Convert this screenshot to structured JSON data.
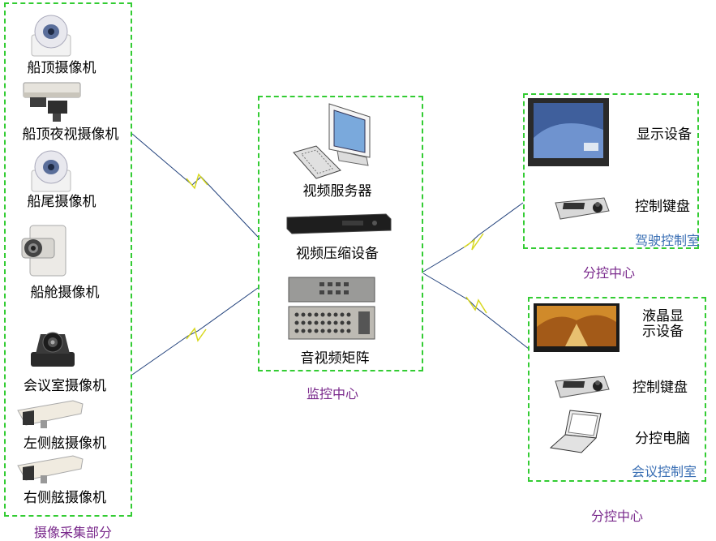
{
  "camera_group": {
    "caption": "摄像采集部分",
    "items": [
      {
        "label": "船顶摄像机",
        "icon": "dome-camera-icon"
      },
      {
        "label": "船顶夜视摄像机",
        "icon": "night-vision-camera-icon"
      },
      {
        "label": "船尾摄像机",
        "icon": "dome-camera-icon"
      },
      {
        "label": "船舱摄像机",
        "icon": "box-camera-icon"
      },
      {
        "label": "会议室摄像机",
        "icon": "ptz-camera-icon"
      },
      {
        "label": "左侧舷摄像机",
        "icon": "bullet-camera-icon"
      },
      {
        "label": "右侧舷摄像机",
        "icon": "bullet-camera-icon"
      }
    ]
  },
  "monitor_center": {
    "caption": "监控中心",
    "items": [
      {
        "label": "视频服务器",
        "icon": "computer-icon"
      },
      {
        "label": "视频压缩设备",
        "icon": "dvr-icon"
      },
      {
        "label": "音视频矩阵",
        "icon": "matrix-icon"
      }
    ]
  },
  "bridge_room": {
    "room_label": "驾驶控制室",
    "caption": "分控中心",
    "items": [
      {
        "label": "显示设备",
        "icon": "monitor-icon"
      },
      {
        "label": "控制键盘",
        "icon": "control-keyboard-icon"
      }
    ]
  },
  "meeting_room": {
    "room_label": "会议控制室",
    "caption": "分控中心",
    "items": [
      {
        "label": "液晶显\n示设备",
        "icon": "lcd-display-icon"
      },
      {
        "label": "控制键盘",
        "icon": "control-keyboard-icon"
      },
      {
        "label": "分控电脑",
        "icon": "laptop-icon"
      }
    ]
  },
  "colors": {
    "border": "#33cc33",
    "caption": "#7a2a8c",
    "room_label": "#3a6fb4",
    "link": "#1f3f7a",
    "bolt": "#d8d820"
  }
}
